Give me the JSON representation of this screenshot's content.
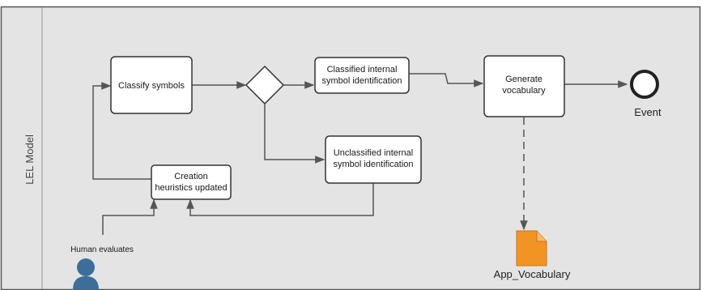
{
  "pool": {
    "lane_label": "LEL Model"
  },
  "tasks": {
    "classify": "Classify symbols",
    "classified": [
      "Classified internal",
      "symbol identification"
    ],
    "unclassified": [
      "Unclassified internal",
      "symbol identification"
    ],
    "generate": [
      "Generate",
      "vocabulary"
    ],
    "creation": [
      "Creation",
      "heuristics updated"
    ]
  },
  "actor": {
    "label": "Human evaluates",
    "icon": "person-icon"
  },
  "event": {
    "label": "Event"
  },
  "artifact": {
    "label": "App_Vocabulary",
    "icon": "document-icon"
  },
  "colors": {
    "pool_fill": "#e4e4e4",
    "task_fill": "#ffffff",
    "flow": "#555555",
    "document": "#f29424",
    "actor": "#3d6e99"
  }
}
